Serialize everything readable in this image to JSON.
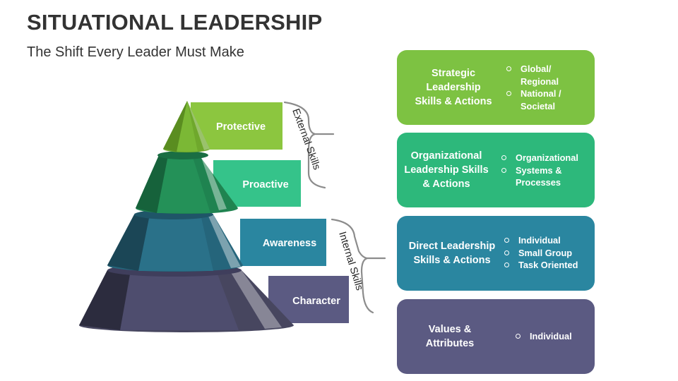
{
  "title": "SITUATIONAL LEADERSHIP",
  "subtitle": "The Shift Every Leader Must Make",
  "levels": [
    {
      "label": "Protective",
      "color": "#8CC63F"
    },
    {
      "label": "Proactive",
      "color": "#35C38A"
    },
    {
      "label": "Awareness",
      "color": "#2A86A0"
    },
    {
      "label": "Character",
      "color": "#5B5A82"
    }
  ],
  "brackets": {
    "external": "External Skills",
    "internal": "Internal Skills"
  },
  "cards": [
    {
      "title_lines": [
        "Strategic",
        "Leadership",
        "Skills & Actions"
      ],
      "items": [
        [
          "Global/",
          "Regional"
        ],
        [
          "National /",
          "Societal"
        ]
      ],
      "color": "#7DC242"
    },
    {
      "title_lines": [
        "Organizational",
        "Leadership Skills",
        "& Actions"
      ],
      "items": [
        [
          "Organizational"
        ],
        [
          "Systems &",
          "Processes"
        ]
      ],
      "color": "#2DB87B"
    },
    {
      "title_lines": [
        "Direct Leadership",
        "Skills & Actions"
      ],
      "items": [
        [
          "Individual"
        ],
        [
          "Small Group"
        ],
        [
          "Task Oriented"
        ]
      ],
      "color": "#2A86A0"
    },
    {
      "title_lines": [
        "Values &",
        "Attributes"
      ],
      "items": [
        [
          "Individual"
        ]
      ],
      "color": "#5B5A82"
    }
  ]
}
